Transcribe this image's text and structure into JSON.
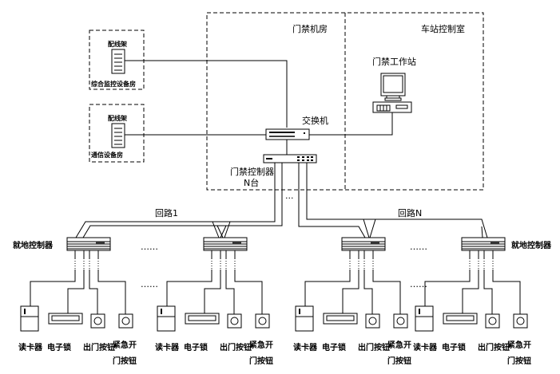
{
  "rooms": {
    "access_room": "门禁机房",
    "station_control_room": "车站控制室",
    "integrated_monitoring_room": "综合监控设备房",
    "comm_equipment_room": "通信设备房"
  },
  "devices": {
    "distribution_frame_1": "配线架",
    "distribution_frame_2": "配线架",
    "switch": "交换机",
    "access_controller": "门禁控制器",
    "access_controller_count": "N台",
    "workstation": "门禁工作站",
    "local_controller_left": "就地控制器",
    "local_controller_right": "就地控制器"
  },
  "loops": {
    "loop_1": "回路1",
    "loop_n": "回路N",
    "ellipsis": "……",
    "vertical_ellipsis": "···"
  },
  "terminals": [
    {
      "card_reader": "读卡器",
      "electronic_lock": "电子锁",
      "exit_button": "出门按钮",
      "emergency_line1": "紧急开",
      "emergency_line2": "门按钮"
    },
    {
      "card_reader": "读卡器",
      "electronic_lock": "电子锁",
      "exit_button": "出门按钮",
      "emergency_line1": "紧急开",
      "emergency_line2": "门按钮"
    },
    {
      "card_reader": "读卡器",
      "electronic_lock": "电子锁",
      "exit_button": "出门按钮",
      "emergency_line1": "紧急开",
      "emergency_line2": "门按钮"
    },
    {
      "card_reader": "读卡器",
      "electronic_lock": "电子锁",
      "exit_button": "出门按钮",
      "emergency_line1": "紧急开",
      "emergency_line2": "门按钮"
    }
  ]
}
